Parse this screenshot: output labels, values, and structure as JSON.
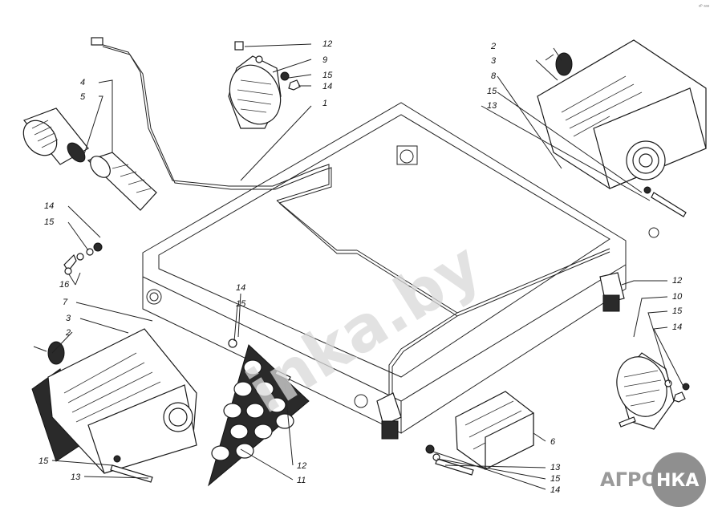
{
  "watermark": "inka.by",
  "logo": {
    "left_text": "АГРО",
    "inner_text": "НКА",
    "accent_color": "#8f8f8f"
  },
  "corner_mark": "ᵉᴾ ᵃᵃᵃ",
  "callouts": {
    "c1": "1",
    "c2_top": "2",
    "c2_left": "2",
    "c3_top": "3",
    "c3_left": "3",
    "c4": "4",
    "c5": "5",
    "c6": "6",
    "c7": "7",
    "c8": "8",
    "c9": "9",
    "c10": "10",
    "c11": "11",
    "c12_top": "12",
    "c12_right": "12",
    "c12_bottom": "12",
    "c13_right": "13",
    "c13_left": "13",
    "c13_bottom": "13",
    "c14_top": "14",
    "c14_left": "14",
    "c14_mid": "14",
    "c14_right": "14",
    "c14_bottom": "14",
    "c15_top": "15",
    "c15_right_top": "15",
    "c15_left": "15",
    "c15_mid": "15",
    "c15_right": "15",
    "c15_bottom_left": "15",
    "c15_bottom": "15",
    "c16": "16"
  }
}
